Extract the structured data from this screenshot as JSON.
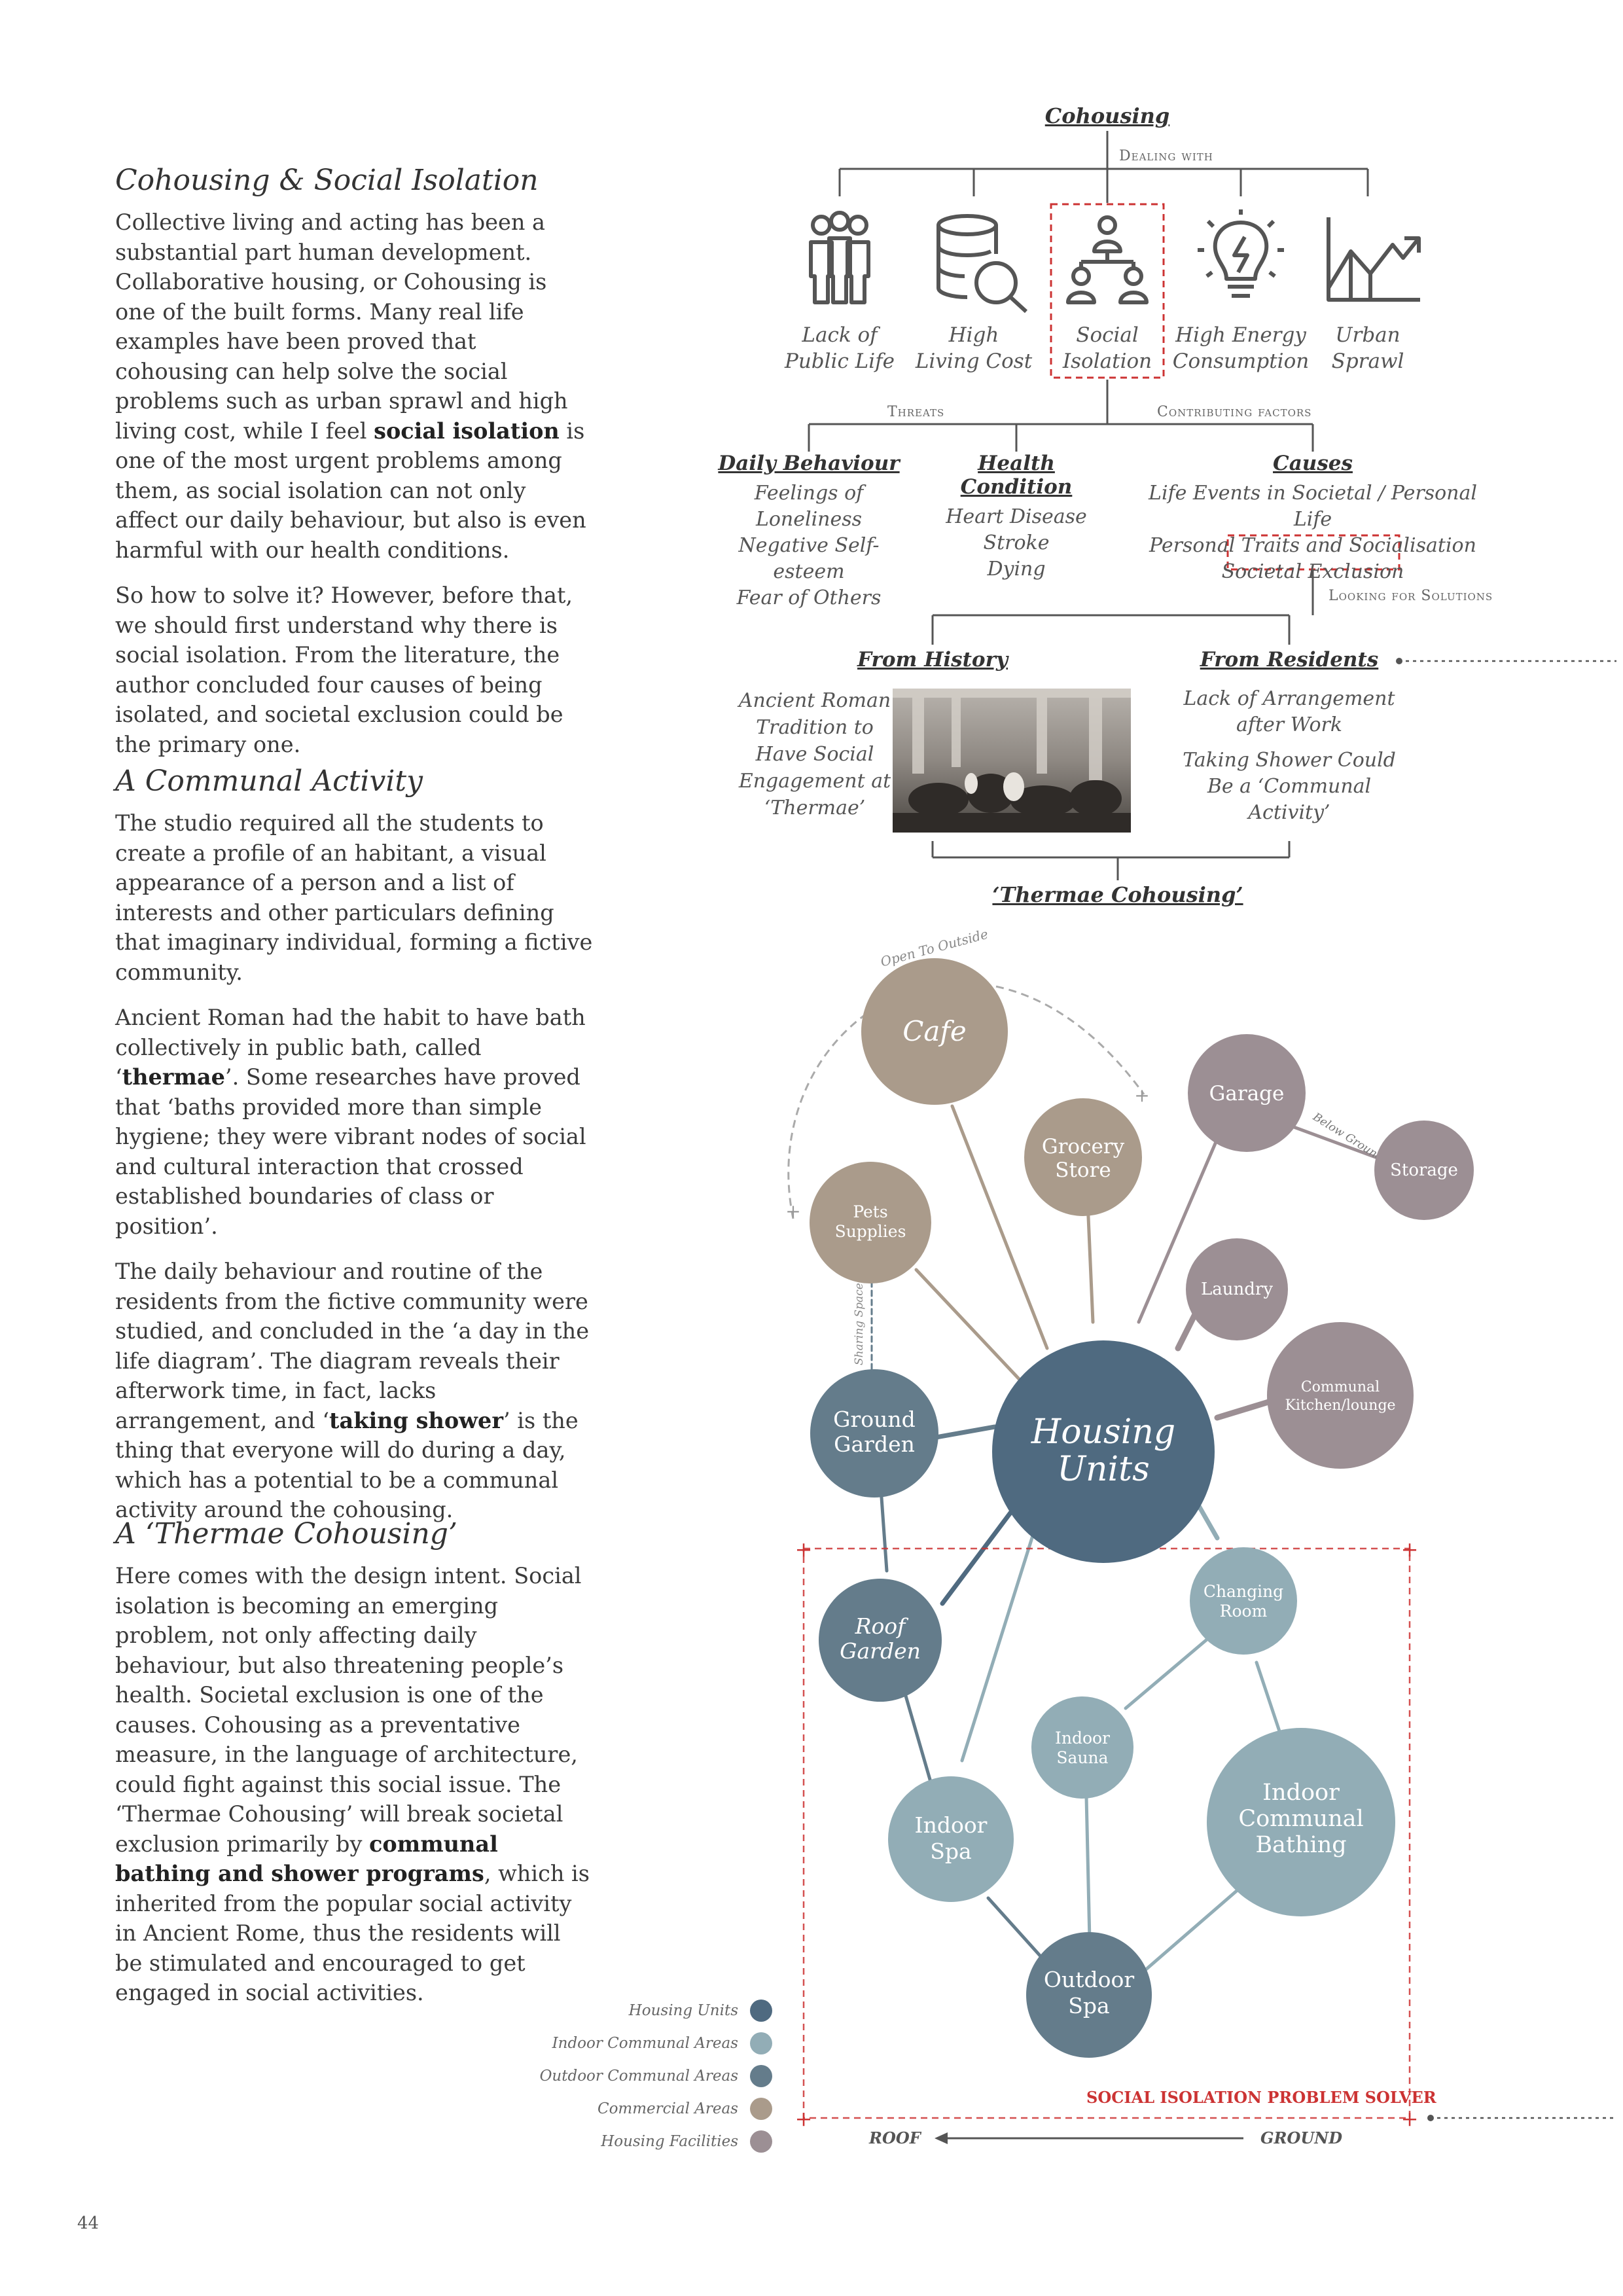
{
  "colors": {
    "housing_units": "#4f6a80",
    "indoor_communal": "#92adb6",
    "outdoor_communal": "#647c8b",
    "commercial": "#aa9b8b",
    "housing_facilities": "#9c8f94",
    "accent_red": "#cc3333"
  },
  "left": {
    "section1": {
      "title": "Cohousing & Social Isolation",
      "p1_a": "Collective living and acting has been a substantial part human development. Collaborative housing, or Cohousing is one of the built forms. Many real life examples have been proved that cohousing can help solve the social problems such as urban sprawl and high living cost, while I feel ",
      "p1_b": "social isolation",
      "p1_c": " is one of the most urgent problems among them, as social isolation can not only affect our daily behaviour, but also is even harmful with our health conditions.",
      "p2": "So how to solve it? However, before that, we should first understand why there is social isolation. From the literature, the author concluded four causes of being isolated, and societal exclusion could be the primary one."
    },
    "section2": {
      "title": "A Communal Activity",
      "p1": "The studio required all the students to create a profile of an habitant, a visual appearance of a person and a list of interests and other particulars defining that imaginary individual, forming a fictive community.",
      "p2_a": "Ancient Roman had the habit to have bath collectively in public bath, called ‘",
      "p2_b": "thermae",
      "p2_c": "’. Some researches have proved that ‘baths provided more than simple hygiene; they were vibrant nodes of social and cultural interaction that crossed established boundaries of class or position’.",
      "p3_a": "The daily behaviour and routine of the residents from the fictive community were studied, and concluded in the ‘a day in the life diagram’. The diagram reveals their afterwork time, in fact, lacks arrangement, and ‘",
      "p3_b": "taking shower",
      "p3_c": "’ is the thing that everyone will do during a day, which has a potential to be a communal activity around the cohousing."
    },
    "section3": {
      "title": "A ‘Thermae Cohousing’",
      "p1_a": "Here comes with the design intent. Social isolation is becoming an emerging problem, not only affecting daily behaviour, but also threatening people’s health. Societal exclusion is one of the causes. Cohousing as a preventative measure, in the language of architecture, could fight against this social issue. The ‘Thermae Cohousing’ will break societal exclusion primarily by ",
      "p1_b": "communal bathing and shower programs",
      "p1_c": ", which is inherited from the popular social activity in Ancient Rome, thus the residents will be stimulated and encouraged to get engaged in social activities."
    }
  },
  "tree": {
    "top": "Cohousing",
    "dealing_with": "Dealing with",
    "items": [
      {
        "l1": "Lack of",
        "l2": "Public Life",
        "icon": "people-group-icon"
      },
      {
        "l1": "High",
        "l2": "Living Cost",
        "icon": "database-search-icon"
      },
      {
        "l1": "Social",
        "l2": "Isolation",
        "icon": "network-people-icon"
      },
      {
        "l1": "High Energy",
        "l2": "Consumption",
        "icon": "lightbulb-bolt-icon"
      },
      {
        "l1": "Urban",
        "l2": "Sprawl",
        "icon": "chart-growth-icon"
      }
    ],
    "threats": "Threats",
    "contributing": "Contributing factors",
    "daily": {
      "title": "Daily Behaviour",
      "lines": [
        "Feelings of Loneliness",
        "Negative Self-esteem",
        "Fear of Others"
      ]
    },
    "health": {
      "title": "Health Condition",
      "lines": [
        "Heart Disease",
        "Stroke",
        "Dying"
      ]
    },
    "causes": {
      "title": "Causes",
      "lines": [
        "Life Events in Societal / Personal Life",
        "Personal Traits and Socialisation",
        "Societal Exclusion"
      ]
    },
    "looking": "Looking for Solutions",
    "history": {
      "title": "From History",
      "lines": [
        "Ancient Roman",
        "Tradition to",
        "Have Social",
        "Engagement at",
        "‘Thermae’"
      ]
    },
    "residents": {
      "title": "From Residents",
      "lines1": [
        "Lack of Arrangement",
        "after Work"
      ],
      "lines2": [
        "Taking Shower Could",
        "Be a ‘Communal",
        "Activity’"
      ]
    },
    "result": "‘Thermae Cohousing’"
  },
  "bubbles": {
    "cafe": "Cafe",
    "grocery_1": "Grocery",
    "grocery_2": "Store",
    "garage": "Garage",
    "storage": "Storage",
    "pets_1": "Pets",
    "pets_2": "Supplies",
    "laundry": "Laundry",
    "kitchen_1": "Communal",
    "kitchen_2": "Kitchen/lounge",
    "ground_1": "Ground",
    "ground_2": "Garden",
    "housing_1": "Housing",
    "housing_2": "Units",
    "roof_1": "Roof",
    "roof_2": "Garden",
    "changing_1": "Changing",
    "changing_2": "Room",
    "sauna_1": "Indoor",
    "sauna_2": "Sauna",
    "indoor_spa_1": "Indoor",
    "indoor_spa_2": "Spa",
    "bathing_1": "Indoor",
    "bathing_2": "Communal",
    "bathing_3": "Bathing",
    "outdoor_1": "Outdoor",
    "outdoor_2": "Spa",
    "open_to_outside": "Open To Outside",
    "sharing_space": "Sharing Space",
    "below_ground": "Below Ground"
  },
  "legend": [
    {
      "label": "Housing Units",
      "color": "#4f6a80"
    },
    {
      "label": "Indoor Communal Areas",
      "color": "#92adb6"
    },
    {
      "label": "Outdoor Communal Areas",
      "color": "#647c8b"
    },
    {
      "label": "Commercial Areas",
      "color": "#aa9b8b"
    },
    {
      "label": "Housing Facilities",
      "color": "#9c8f94"
    }
  ],
  "solver": "SOCIAL ISOLATION PROBLEM SOLVER",
  "roof": "ROOF",
  "ground": "GROUND",
  "page_number": "44"
}
